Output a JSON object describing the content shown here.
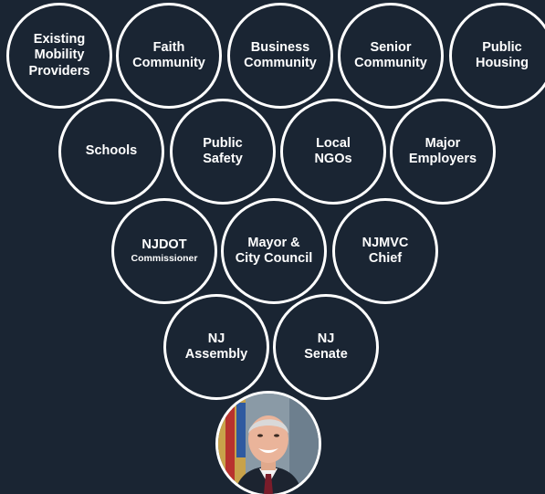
{
  "colors": {
    "background": "#1a2533",
    "circle_stroke": "#ffffff",
    "text": "#ffffff"
  },
  "rows": [
    {
      "nodes": [
        {
          "id": "existing-mobility-providers",
          "lines": [
            "Existing",
            "Mobility",
            "Providers"
          ]
        },
        {
          "id": "faith-community",
          "lines": [
            "Faith",
            "Community"
          ]
        },
        {
          "id": "business-community",
          "lines": [
            "Business",
            "Community"
          ]
        },
        {
          "id": "senior-community",
          "lines": [
            "Senior",
            "Community"
          ]
        },
        {
          "id": "public-housing",
          "lines": [
            "Public",
            "Housing"
          ]
        }
      ]
    },
    {
      "nodes": [
        {
          "id": "schools",
          "lines": [
            "Schools"
          ]
        },
        {
          "id": "public-safety",
          "lines": [
            "Public",
            "Safety"
          ]
        },
        {
          "id": "local-ngos",
          "lines": [
            "Local",
            "NGOs"
          ]
        },
        {
          "id": "major-employers",
          "lines": [
            "Major",
            "Employers"
          ]
        }
      ]
    },
    {
      "nodes": [
        {
          "id": "njdot-commissioner",
          "lines": [
            "NJDOT",
            "Commissioner"
          ]
        },
        {
          "id": "mayor-city-council",
          "lines": [
            "Mayor &",
            "City Council"
          ]
        },
        {
          "id": "njmvc-chief",
          "lines": [
            "NJMVC",
            "Chief"
          ]
        }
      ]
    },
    {
      "nodes": [
        {
          "id": "nj-assembly",
          "lines": [
            "NJ",
            "Assembly"
          ]
        },
        {
          "id": "nj-senate",
          "lines": [
            "NJ",
            "Senate"
          ]
        }
      ]
    }
  ],
  "portrait": {
    "icon": "governor-portrait-photo"
  }
}
